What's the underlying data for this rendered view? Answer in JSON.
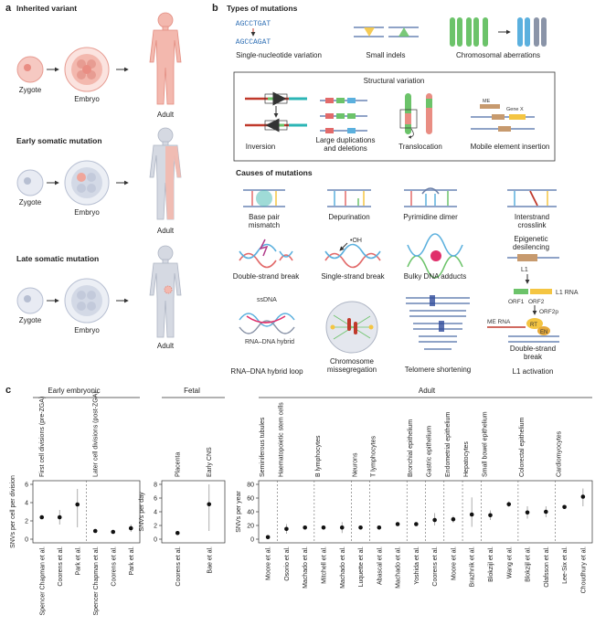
{
  "panel_a": {
    "letter": "a",
    "rows": [
      {
        "title": "Inherited variant",
        "zygote": "Zygote",
        "embryo": "Embryo",
        "adult": "Adult"
      },
      {
        "title": "Early somatic mutation",
        "zygote": "Zygote",
        "embryo": "Embryo",
        "adult": "Adult"
      },
      {
        "title": "Late somatic mutation",
        "zygote": "Zygote",
        "embryo": "Embryo",
        "adult": "Adult"
      }
    ]
  },
  "panel_b": {
    "letter": "b",
    "types_title": "Types of mutations",
    "seq_top": "AGCCTGAT",
    "seq_bottom": "AGCCAGAT",
    "types": [
      "Single-nucleotide variation",
      "Small indels",
      "Chromosomal aberrations"
    ],
    "sv_title": "Structural variation",
    "sv_items": [
      "Inversion",
      "Large duplications",
      "and deletions",
      "Translocation",
      "Mobile element insertion"
    ],
    "me_label": "ME",
    "genex_label": "Gene X",
    "causes_title": "Causes of mutations",
    "causes_row1": [
      "Base pair",
      "mismatch",
      "Depurination",
      "Pyrimidine dimer",
      "Interstrand",
      "crosslink"
    ],
    "causes_row2": [
      "Double-strand break",
      "Single-strand break",
      "Bulky DNA adducts"
    ],
    "oh_label": "•OH",
    "causes_row3": [
      "RNA–DNA hybrid loop",
      "Chromosome",
      "missegregation",
      "Telomere shortening",
      "L1 activation"
    ],
    "ssdna_label": "ssDNA",
    "hybrid_label": "RNA–DNA hybrid",
    "l1": {
      "epi1": "Epigenetic",
      "epi2": "desilencing",
      "l1": "L1",
      "orf1": "ORF1",
      "orf2": "ORF2",
      "l1rna": "L1 RNA",
      "orf2p": "ORF2p",
      "merna": "ME RNA",
      "rt": "RT",
      "en": "EN",
      "dsb1": "Double-strand",
      "dsb2": "break"
    }
  },
  "panel_c": {
    "letter": "c",
    "groups": [
      "Early embryonic",
      "Fetal",
      "Adult"
    ]
  },
  "chart_data": [
    {
      "type": "scatter",
      "group": "Early embryonic",
      "ylabel": "SNVs per cell per division",
      "ylim": [
        0,
        6
      ],
      "yticks": [
        0,
        2,
        4,
        6
      ],
      "headers": [
        "First cell divisions (pre-ZGA)",
        "Later cell divisions (post-ZGA)"
      ],
      "categories": [
        "Spencer Chapman et al.",
        "Coorens et al.",
        "Park et al.",
        "Spencer Chapman et al.",
        "Coorens et al.",
        "Park et al."
      ],
      "values": [
        2.4,
        2.4,
        3.8,
        0.9,
        0.8,
        1.2
      ],
      "error_low": [
        2.2,
        1.6,
        1.3,
        0.8,
        0.7,
        0.8
      ],
      "error_high": [
        2.6,
        3.2,
        5.5,
        1.0,
        0.9,
        1.6
      ]
    },
    {
      "type": "scatter",
      "group": "Fetal",
      "ylabel": "SNVs per day",
      "ylim": [
        0,
        8
      ],
      "yticks": [
        0,
        2,
        4,
        6,
        8
      ],
      "headers": [
        "Placenta",
        "Early CNS"
      ],
      "categories": [
        "Coorens et al.",
        "Bae et al."
      ],
      "values": [
        0.9,
        5.1
      ],
      "error_low": [
        0.8,
        1.2
      ],
      "error_high": [
        1.0,
        8.0
      ]
    },
    {
      "type": "scatter",
      "group": "Adult",
      "ylabel": "SNVs per year",
      "ylim": [
        0,
        80
      ],
      "yticks": [
        0,
        20,
        40,
        60,
        80
      ],
      "headers": [
        "Seminiferous tubules",
        "Haematopoietic stem cells",
        "B lymphocytes",
        "Neurons",
        "T lymphocytes",
        "Bronchial epithelium",
        "Gastric epithelium",
        "Endometrial epithelium",
        "Hepatocytes",
        "Small bowel epithelium",
        "Colorectal epithelium",
        "Cardiomyocytes"
      ],
      "categories": [
        "Moore et al.",
        "Osorio et al.",
        "Machado et al.",
        "Mitchell et al.",
        "Machado et al.",
        "Luquette et al.",
        "Abascal et al.",
        "Machado et al.",
        "Yoshida et al.",
        "Coorens et al.",
        "Moore et al.",
        "Brazhnik et al.",
        "Blokzijl et al.",
        "Wang et al.",
        "Blokzijl et al.",
        "Olafsson et al.",
        "Lee-Six et al.",
        "Choudhury et al."
      ],
      "values": [
        3,
        15,
        17,
        17,
        17,
        17,
        17,
        22,
        22,
        28,
        29,
        36,
        35,
        51,
        39,
        40,
        47,
        62
      ],
      "error_low": [
        2,
        8,
        15,
        15,
        9,
        15,
        15,
        20,
        20,
        20,
        24,
        18,
        28,
        47,
        30,
        32,
        44,
        48
      ],
      "error_high": [
        4,
        22,
        19,
        19,
        25,
        19,
        19,
        24,
        24,
        38,
        34,
        61,
        42,
        55,
        48,
        48,
        50,
        74
      ]
    }
  ]
}
